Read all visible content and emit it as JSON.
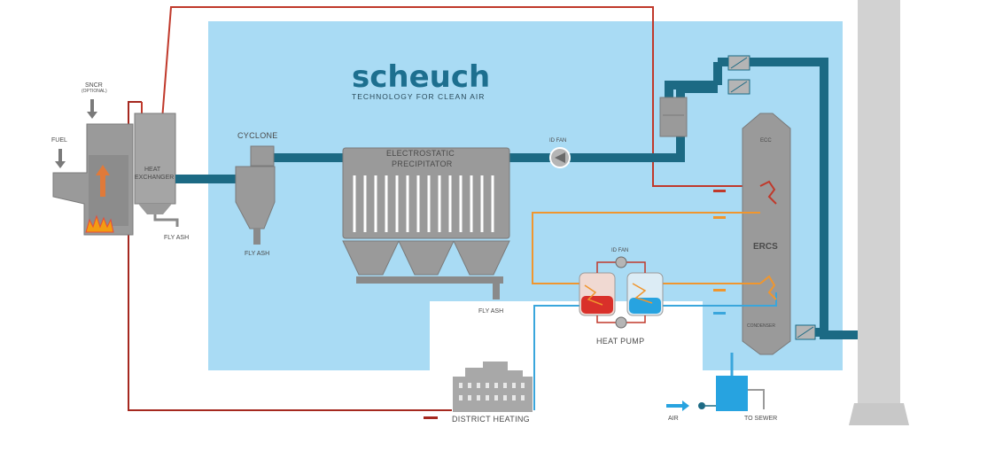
{
  "brand": {
    "name": "scheuch",
    "tagline": "TECHNOLOGY FOR CLEAN AIR"
  },
  "labels": {
    "sncr": "SNCR",
    "sncr_optional": "(OPTIONAL)",
    "fuel": "FUEL",
    "heat_exchanger_line1": "HEAT",
    "heat_exchanger_line2": "EXCHANGER",
    "fly_ash_exchanger": "FLY ASH",
    "cyclone": "CYCLONE",
    "fly_ash_cyclone": "FLY ASH",
    "esp_line1": "ELECTROSTATIC",
    "esp_line2": "PRECIPITATOR",
    "fly_ash_esp": "FLY ASH",
    "id_fan_main": "ID FAN",
    "id_fan_heat_pump": "ID FAN",
    "heat_pump": "HEAT PUMP",
    "ecc": "ECC",
    "ercs": "ERCS",
    "condenser": "CONDENSER",
    "district_heating": "DISTRICT HEATING",
    "air": "AIR",
    "to_sewer": "TO SEWER"
  },
  "colors": {
    "background_zone": "#a9dbf4",
    "flue_duct": "#1c6a84",
    "hot_water": "#c0392b",
    "warm_water": "#f0962e",
    "cold_water": "#3aa6dc",
    "equipment": "#9a9a9a",
    "stack": "#d2d2d2"
  }
}
